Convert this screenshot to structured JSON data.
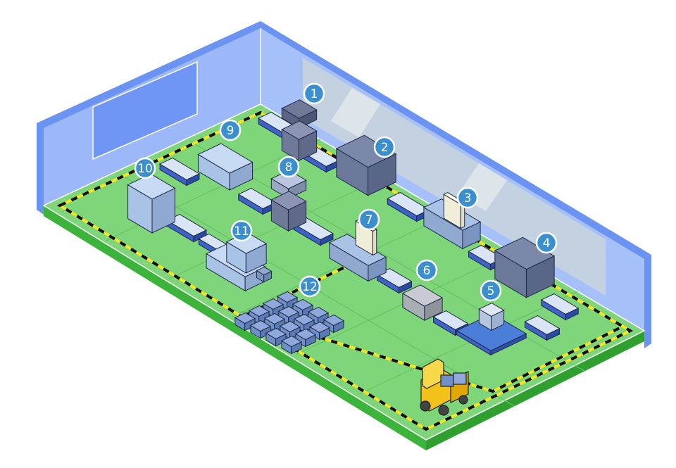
{
  "diagram": {
    "type": "isometric-factory-floor-layout",
    "colors": {
      "wall": "#9db8f8",
      "wall_edge": "#6b93f2",
      "floor": "#7fd67a",
      "floor_edge": "#3cb43c",
      "safety_stripe_yellow": "#f5e51b",
      "marker": "#3b8fcf",
      "machine": "#a9c3e6",
      "machine_dark": "#6f7a99",
      "conveyor": "#3d63c9"
    },
    "markers": [
      {
        "label": "1",
        "station": "frame-press"
      },
      {
        "label": "2",
        "station": "enclosed-cabinet"
      },
      {
        "label": "3",
        "station": "inspection-panel-line"
      },
      {
        "label": "4",
        "station": "enclosed-cabinet"
      },
      {
        "label": "5",
        "station": "rotary-filler"
      },
      {
        "label": "6",
        "station": "monitor-unit"
      },
      {
        "label": "7",
        "station": "inspection-panel-line"
      },
      {
        "label": "8",
        "station": "frame-press"
      },
      {
        "label": "9",
        "station": "gantry-unit"
      },
      {
        "label": "10",
        "station": "enclosed-press"
      },
      {
        "label": "11",
        "station": "packing-machine"
      },
      {
        "label": "12",
        "station": "pallet-storage"
      }
    ]
  }
}
